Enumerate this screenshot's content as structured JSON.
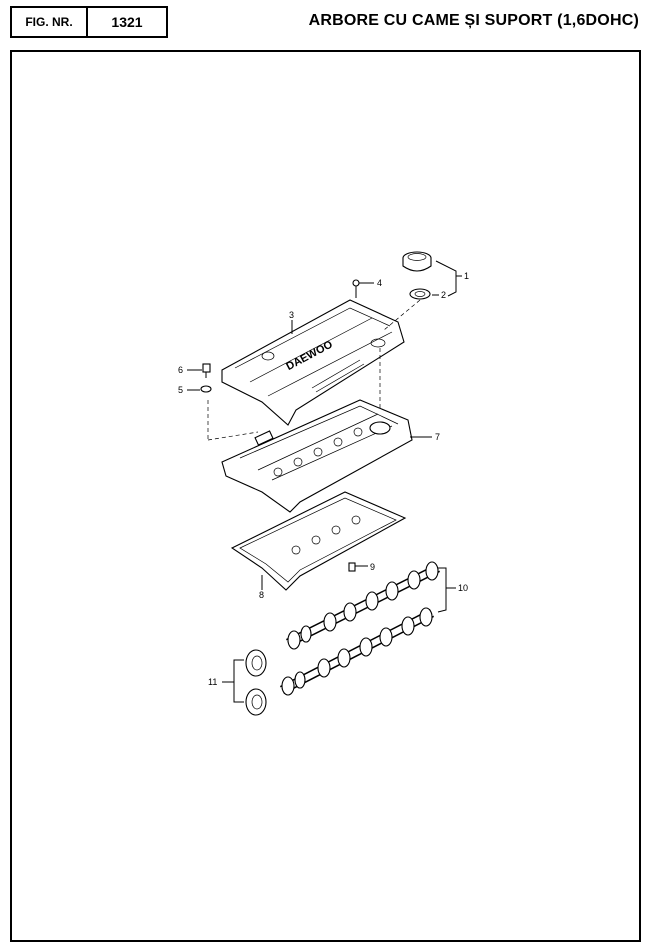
{
  "header": {
    "fig_label": "FIG. NR.",
    "fig_number": "1321",
    "title": "ARBORE CU CAME ȘI SUPORT (1,6DOHC)"
  },
  "cover": {
    "brand_text": "DAEWOO"
  },
  "callouts": [
    "1",
    "2",
    "3",
    "4",
    "5",
    "6",
    "7",
    "8",
    "9",
    "10",
    "11"
  ]
}
